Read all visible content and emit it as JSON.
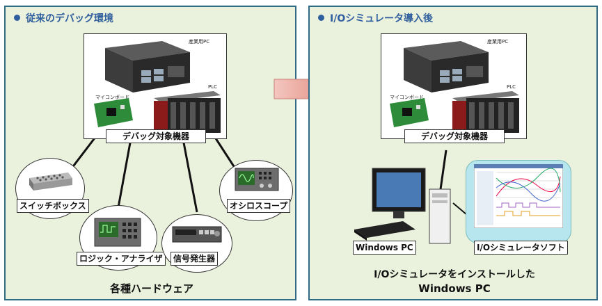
{
  "left_panel": {
    "title": "従来のデバッグ環境",
    "device_box": {
      "label": "デバッグ対象機器",
      "tag_industrial_pc": "産業用PC",
      "tag_microboard": "マイコンボード",
      "tag_plc": "PLC"
    },
    "tools": {
      "switch_box": "スイッチボックス",
      "logic_analyzer": "ロジック・アナライザ",
      "signal_generator": "信号発生器",
      "oscilloscope": "オシロスコープ"
    },
    "caption": "各種ハードウェア"
  },
  "right_panel": {
    "title": "I/Oシミュレータ導入後",
    "device_box": {
      "label": "デバッグ対象機器",
      "tag_industrial_pc": "産業用PC",
      "tag_microboard": "マイコンボード",
      "tag_plc": "PLC"
    },
    "windows_pc_label": "Windows PC",
    "software_label": "I/Oシミュレータソフト",
    "caption_line1": "I/Oシミュレータをインストールした",
    "caption_line2": "Windows PC"
  },
  "colors": {
    "panel_background": "#eaf1dc",
    "panel_border": "#2f6b84",
    "title_text": "#2f5f9e",
    "arrow": "#e79a8e",
    "software_bubble": "#b7e6ef"
  }
}
